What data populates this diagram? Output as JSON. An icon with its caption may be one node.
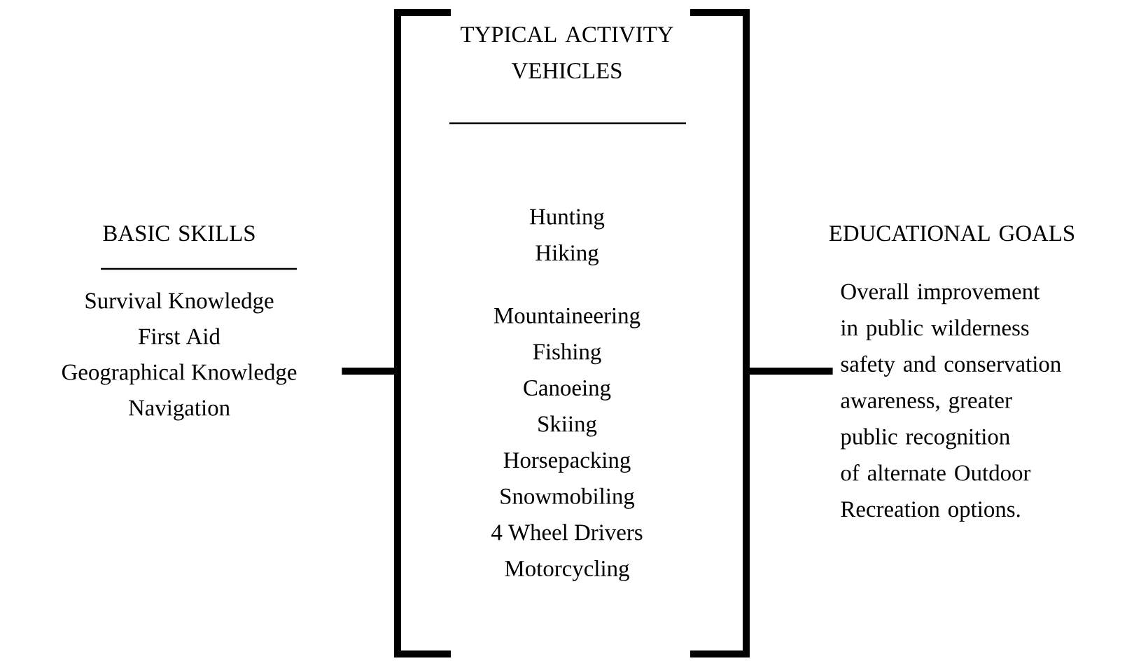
{
  "diagram": {
    "nodes": [
      {
        "text": [
          "BASIC SKILLS",
          "Survival Knowledge",
          "First Aid",
          "Geographical Knowledge",
          "Navigation"
        ]
      },
      {
        "text": [
          "TYPICAL ACTIVITY VEHICLES",
          "Hunting",
          "Hiking",
          "Mountaineering",
          "Fishing",
          "Canoeing",
          "Skiing",
          "Horsepacking",
          "Snowmobiling",
          "4 Wheel Drivers",
          "Motorcycling"
        ]
      },
      {
        "text": [
          "EDUCATIONAL GOALS",
          "Overall improvement in public wilderness safety and conservation awareness, greater public recognition of alternate Outdoor Recreation options."
        ]
      }
    ],
    "edges": [
      {
        "from": 0,
        "to": 1,
        "arrow": "none"
      },
      {
        "from": 1,
        "to": 2,
        "arrow": "none"
      }
    ]
  }
}
